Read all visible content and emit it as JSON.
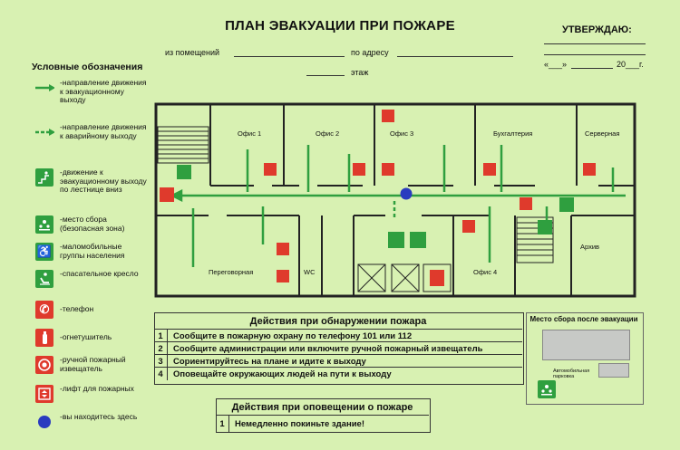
{
  "title": "ПЛАН ЭВАКУАЦИИ ПРИ ПОЖАРЕ",
  "header": {
    "from_premises": "из помещений",
    "by_address": "по адресу",
    "floor": "этаж",
    "approve": "УТВЕРЖДАЮ:",
    "date_quote": "«___»",
    "year": "20___г."
  },
  "legend": {
    "title": "Условные обозначения",
    "items": [
      {
        "text": "-направление движения к эвакуационному выходу",
        "icon": "solid-arrow-icon"
      },
      {
        "text": "-направление движения к аварийному выходу",
        "icon": "dashed-arrow-icon"
      },
      {
        "text": "-движение к эвакуационному выходу по лестнице вниз",
        "icon": "stairs-down-icon"
      },
      {
        "text": "-место сбора (безопасная зона)",
        "icon": "assembly-point-icon"
      },
      {
        "text": "-маломобильные группы населения",
        "icon": "wheelchair-icon"
      },
      {
        "text": "-спасательное кресло",
        "icon": "rescue-chair-icon"
      },
      {
        "text": "-телефон",
        "icon": "phone-icon"
      },
      {
        "text": "-огнетушитель",
        "icon": "extinguisher-icon"
      },
      {
        "text": "-ручной пожарный извещатель",
        "icon": "fire-alarm-icon"
      },
      {
        "text": "-лифт для пожарных",
        "icon": "fire-lift-icon"
      },
      {
        "text": "-вы находитесь здесь",
        "icon": "you-are-here-icon"
      }
    ]
  },
  "rooms": {
    "office1": "Офис 1",
    "office2": "Офис 2",
    "office3": "Офис 3",
    "accounting": "Бухгалтерия",
    "server": "Серверная",
    "meeting": "Переговорная",
    "wc": "WC",
    "office4": "Офис 4",
    "archive": "Архив"
  },
  "actions": {
    "title": "Действия при обнаружении пожара",
    "rows": [
      {
        "num": "1",
        "text": "Сообщите в пожарную охрану по телефону 101 или 112"
      },
      {
        "num": "2",
        "text": "Сообщите администрации или включите ручной пожарный извещатель"
      },
      {
        "num": "3",
        "text": "Сориентируйтесь на плане и идите к выходу"
      },
      {
        "num": "4",
        "text": "Оповещайте окружающих людей на пути к выходу"
      }
    ]
  },
  "alert": {
    "title": "Действия при оповещении о пожаре",
    "rows": [
      {
        "num": "1",
        "text": "Немедленно покиньте здание!"
      }
    ]
  },
  "assembly": {
    "title": "Место сбора после эвакуации",
    "parking": "Автомобильная парковка"
  },
  "colors": {
    "background": "#d8f1b2",
    "green": "#2f9f3f",
    "red": "#df3a2c",
    "blue": "#2a3bbf"
  }
}
